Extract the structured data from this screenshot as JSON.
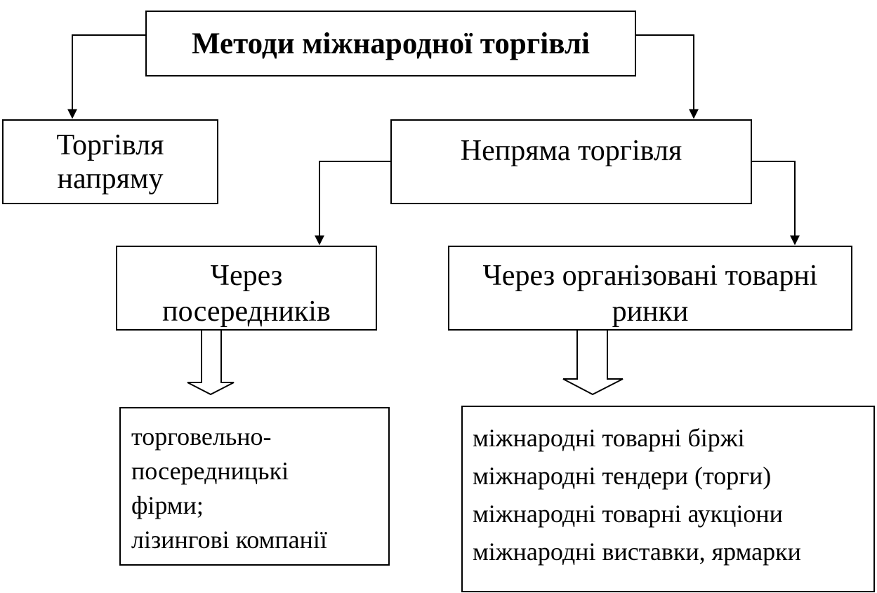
{
  "title": "Методи міжнародної торгівлі",
  "direct": {
    "line1": "Торгівля",
    "line2": "напряму"
  },
  "indirect": {
    "label": "Непряма торгівля"
  },
  "intermediaries": {
    "line1": "Через",
    "line2": "посередників"
  },
  "organized_markets": {
    "line1": "Через організовані товарні",
    "line2": "ринки"
  },
  "intermediaries_list": [
    "торговельно-",
    "посередницькі",
    "фірми;",
    "лізингові компанії"
  ],
  "markets_list": [
    "міжнародні товарні біржі",
    "міжнародні тендери  (торги)",
    "міжнародні товарні аукціони",
    "міжнародні виставки,  ярмарки"
  ]
}
